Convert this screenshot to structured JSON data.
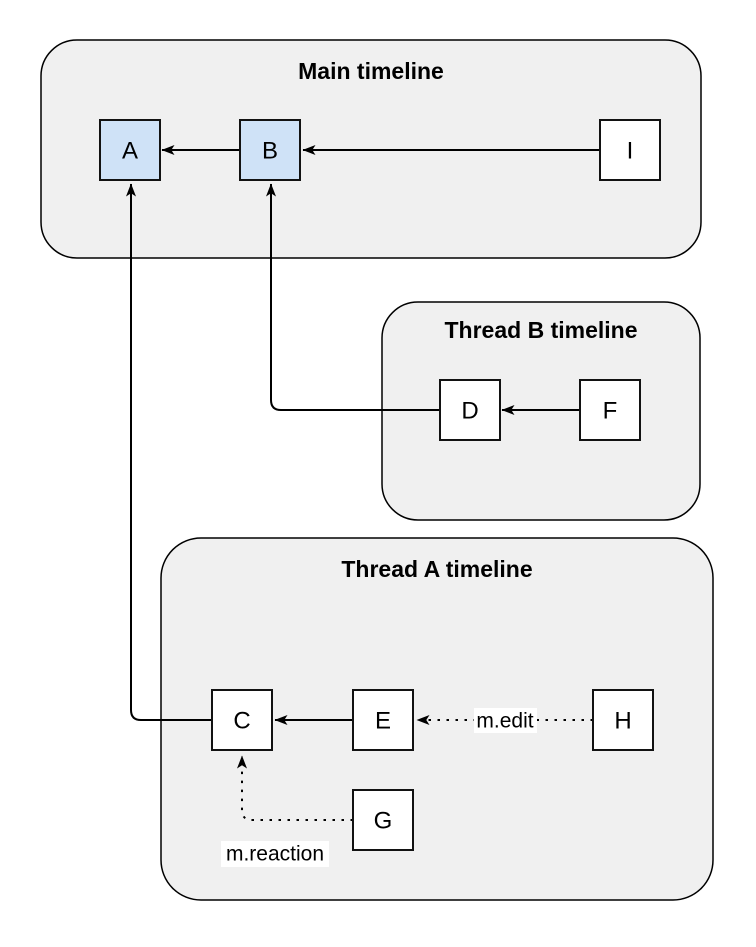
{
  "colors": {
    "background": "#ffffff",
    "container_fill": "#f0f0f0",
    "container_stroke": "#000000",
    "node_fill": "#ffffff",
    "node_highlight_fill": "#cfe2f7",
    "node_stroke": "#121212",
    "edge_color": "#000000",
    "label_bg": "#ffffff",
    "text_color": "#000000"
  },
  "containers": [
    {
      "id": "main-timeline",
      "title": "Main timeline"
    },
    {
      "id": "thread-b-timeline",
      "title": "Thread B timeline"
    },
    {
      "id": "thread-a-timeline",
      "title": "Thread A timeline"
    }
  ],
  "nodes": [
    {
      "id": "A",
      "label": "A",
      "timeline": "Main timeline",
      "highlighted": true
    },
    {
      "id": "B",
      "label": "B",
      "timeline": "Main timeline",
      "highlighted": true
    },
    {
      "id": "I",
      "label": "I",
      "timeline": "Main timeline",
      "highlighted": false
    },
    {
      "id": "D",
      "label": "D",
      "timeline": "Thread B timeline",
      "highlighted": false
    },
    {
      "id": "F",
      "label": "F",
      "timeline": "Thread B timeline",
      "highlighted": false
    },
    {
      "id": "C",
      "label": "C",
      "timeline": "Thread A timeline",
      "highlighted": false
    },
    {
      "id": "E",
      "label": "E",
      "timeline": "Thread A timeline",
      "highlighted": false
    },
    {
      "id": "H",
      "label": "H",
      "timeline": "Thread A timeline",
      "highlighted": false
    },
    {
      "id": "G",
      "label": "G",
      "timeline": "Thread A timeline",
      "highlighted": false
    }
  ],
  "edges": [
    {
      "from": "B",
      "to": "A",
      "style": "solid",
      "label": ""
    },
    {
      "from": "I",
      "to": "B",
      "style": "solid",
      "label": ""
    },
    {
      "from": "F",
      "to": "D",
      "style": "solid",
      "label": ""
    },
    {
      "from": "D",
      "to": "B",
      "style": "solid",
      "label": ""
    },
    {
      "from": "E",
      "to": "C",
      "style": "solid",
      "label": ""
    },
    {
      "from": "C",
      "to": "A",
      "style": "solid",
      "label": ""
    },
    {
      "from": "H",
      "to": "E",
      "style": "dotted",
      "label": "m.edit"
    },
    {
      "from": "G",
      "to": "C",
      "style": "dotted",
      "label": "m.reaction"
    }
  ]
}
